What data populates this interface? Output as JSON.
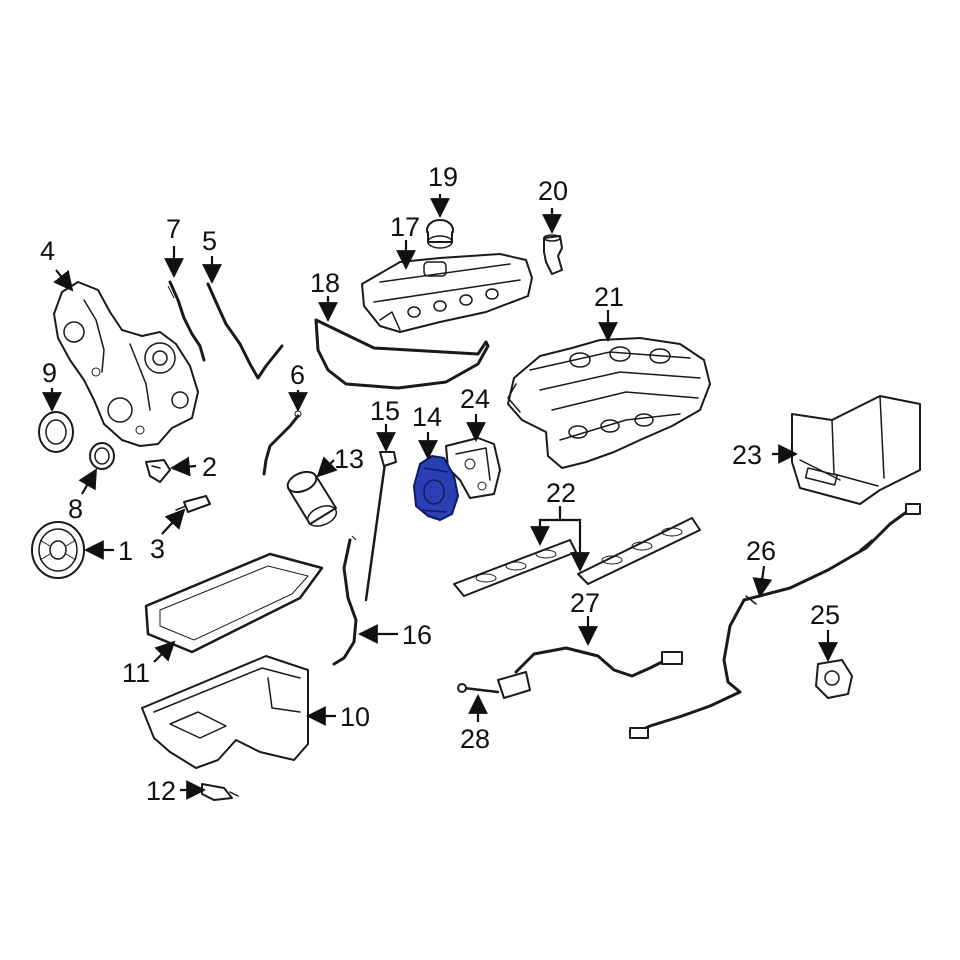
{
  "diagram": {
    "highlighted_part": "14",
    "highlight_color": "#2b3fb5",
    "line_color": "#111111",
    "background": "#ffffff",
    "callouts": [
      {
        "id": "c1",
        "label": "1"
      },
      {
        "id": "c2",
        "label": "2"
      },
      {
        "id": "c3",
        "label": "3"
      },
      {
        "id": "c4",
        "label": "4"
      },
      {
        "id": "c5",
        "label": "5"
      },
      {
        "id": "c6",
        "label": "6"
      },
      {
        "id": "c7",
        "label": "7"
      },
      {
        "id": "c8",
        "label": "8"
      },
      {
        "id": "c9",
        "label": "9"
      },
      {
        "id": "c10",
        "label": "10"
      },
      {
        "id": "c11",
        "label": "11"
      },
      {
        "id": "c12",
        "label": "12"
      },
      {
        "id": "c13",
        "label": "13"
      },
      {
        "id": "c14",
        "label": "14"
      },
      {
        "id": "c15",
        "label": "15"
      },
      {
        "id": "c16",
        "label": "16"
      },
      {
        "id": "c17",
        "label": "17"
      },
      {
        "id": "c18",
        "label": "18"
      },
      {
        "id": "c19",
        "label": "19"
      },
      {
        "id": "c20",
        "label": "20"
      },
      {
        "id": "c21",
        "label": "21"
      },
      {
        "id": "c22",
        "label": "22"
      },
      {
        "id": "c23",
        "label": "23"
      },
      {
        "id": "c24",
        "label": "24"
      },
      {
        "id": "c25",
        "label": "25"
      },
      {
        "id": "c26",
        "label": "26"
      },
      {
        "id": "c27",
        "label": "27"
      },
      {
        "id": "c28",
        "label": "28"
      }
    ]
  }
}
